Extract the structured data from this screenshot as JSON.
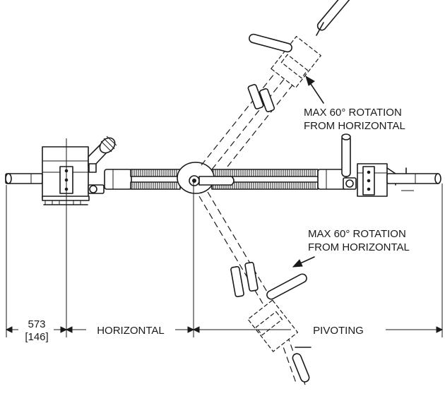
{
  "annotations": {
    "rotation_upper": {
      "line1": "MAX 60° ROTATION",
      "line2": "FROM HORIZONTAL"
    },
    "rotation_lower": {
      "line1": "MAX 60° ROTATION",
      "line2": "FROM HORIZONTAL"
    }
  },
  "dimensions": {
    "offset_value": "573",
    "offset_secondary": "[146]",
    "horizontal_label": "HORIZONTAL",
    "pivoting_label": "PIVOTING"
  },
  "colors": {
    "ink": "#1a1a1a",
    "background": "#ffffff"
  }
}
